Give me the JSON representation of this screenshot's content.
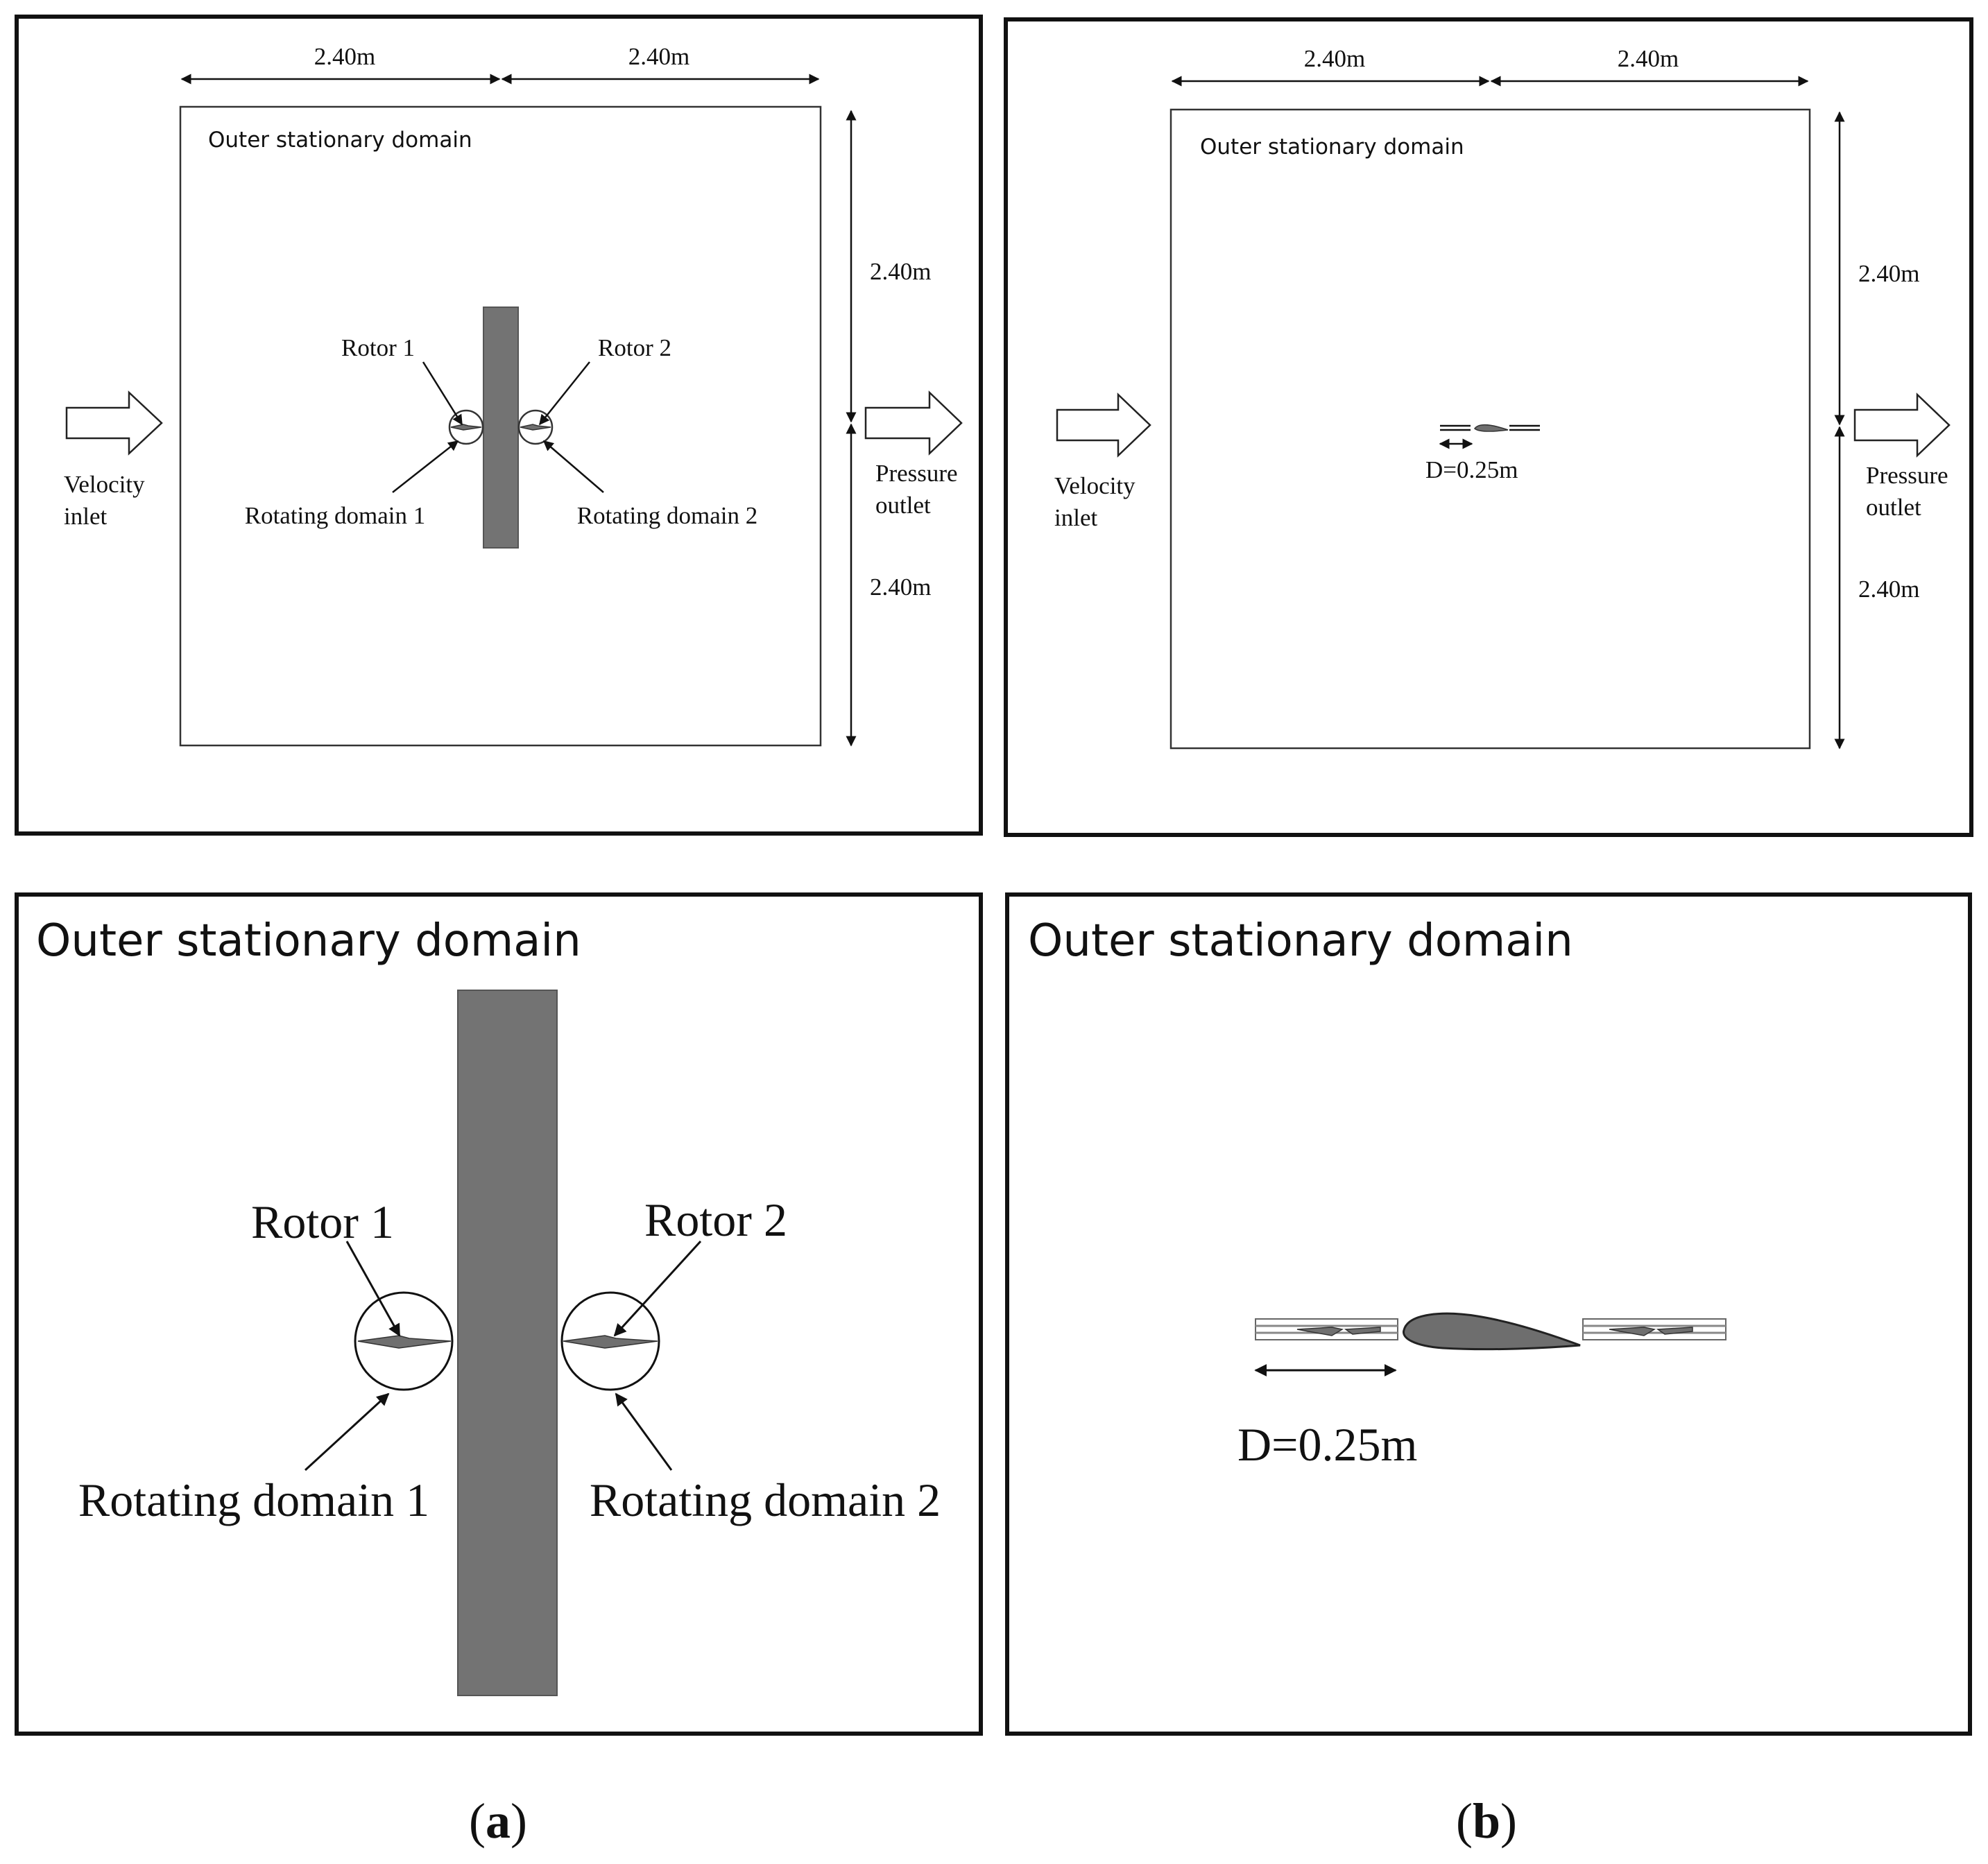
{
  "panel_a_full": {
    "dim_top_left": "2.40m",
    "dim_top_right": "2.40m",
    "dim_right_upper": "2.40m",
    "dim_right_lower": "2.40m",
    "domain_label": "Outer stationary domain",
    "rotor1": "Rotor 1",
    "rotor2": "Rotor 2",
    "rotating1": "Rotating domain 1",
    "rotating2": "Rotating domain 2",
    "inlet_line1": "Velocity",
    "inlet_line2": "inlet",
    "outlet_line1": "Pressure",
    "outlet_line2": "outlet"
  },
  "panel_b_full": {
    "dim_top_left": "2.40m",
    "dim_top_right": "2.40m",
    "dim_right_upper": "2.40m",
    "dim_right_lower": "2.40m",
    "domain_label": "Outer stationary domain",
    "diameter": "D=0.25m",
    "inlet_line1": "Velocity",
    "inlet_line2": "inlet",
    "outlet_line1": "Pressure",
    "outlet_line2": "outlet"
  },
  "panel_a_zoom": {
    "domain_label": "Outer stationary domain",
    "rotor1": "Rotor 1",
    "rotor2": "Rotor 2",
    "rotating1": "Rotating domain 1",
    "rotating2": "Rotating domain 2"
  },
  "panel_b_zoom": {
    "domain_label": "Outer stationary domain",
    "diameter": "D=0.25m"
  },
  "captions": {
    "a_open": "(",
    "a_letter": "a",
    "a_close": ")",
    "b_open": "(",
    "b_letter": "b",
    "b_close": ")"
  }
}
